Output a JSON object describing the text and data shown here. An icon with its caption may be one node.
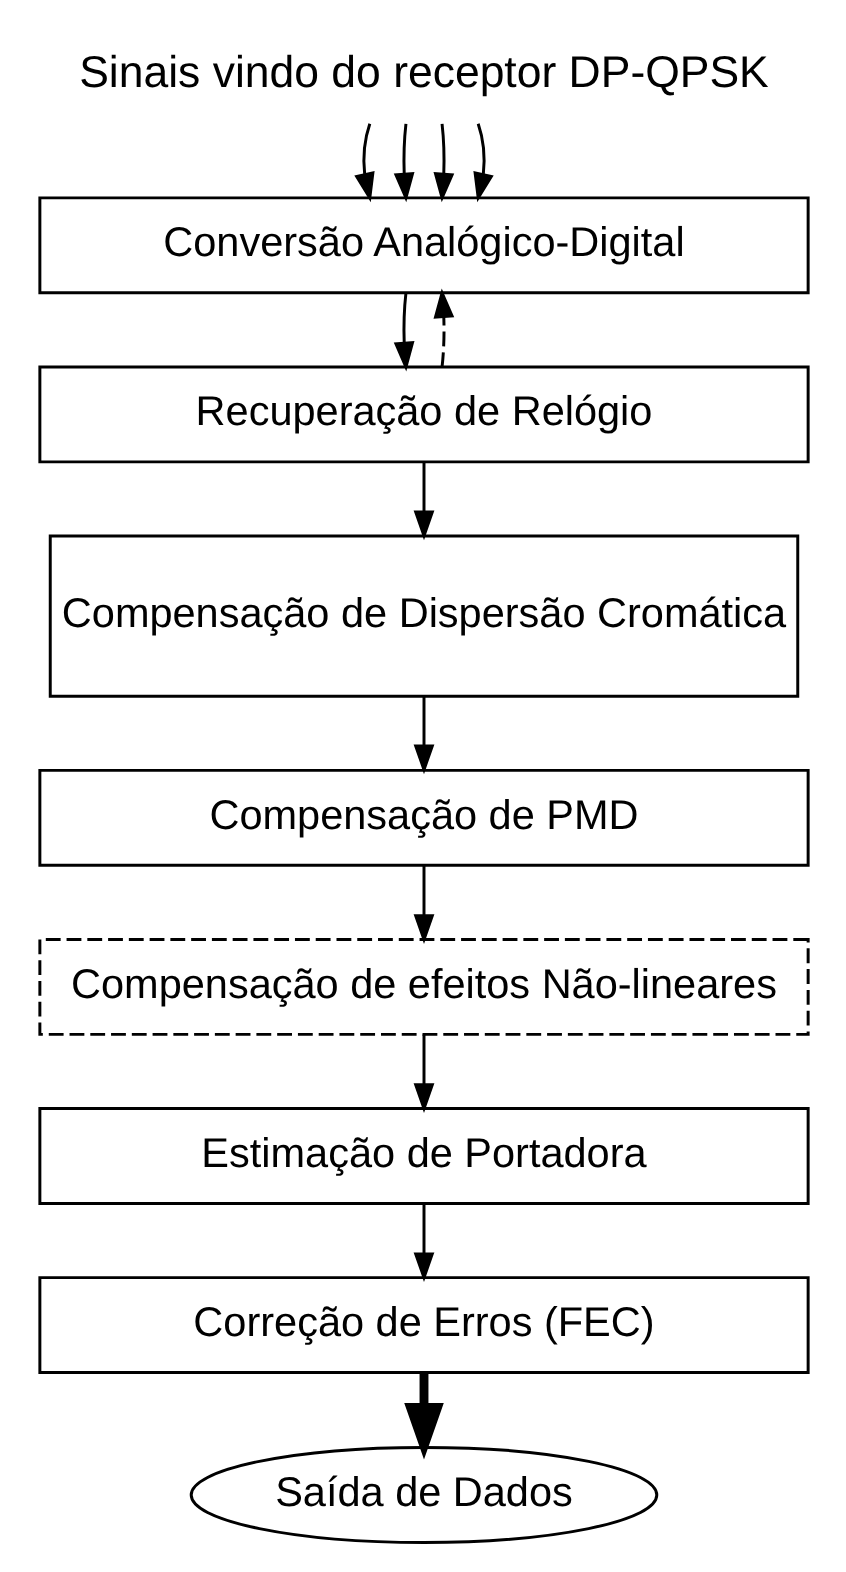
{
  "diagram": {
    "nodes": [
      {
        "text": [
          "Sinais vindo do receptor DP-QPSK"
        ]
      },
      {
        "text": [
          "Conversão Analógico-Digital"
        ]
      },
      {
        "text": [
          "Recuperação de Relógio"
        ]
      },
      {
        "text": [
          "Compensação de Dispersão Cromática"
        ]
      },
      {
        "text": [
          "Compensação de PMD"
        ]
      },
      {
        "text": [
          "Compensação de efeitos Não-lineares"
        ]
      },
      {
        "text": [
          "Estimação de Portadora"
        ]
      },
      {
        "text": [
          "Correção de Erros (FEC)"
        ]
      },
      {
        "text": [
          "Saída de Dados"
        ]
      }
    ],
    "edges": [
      {
        "from": 0,
        "to": 1,
        "arrow": "to"
      },
      {
        "from": 0,
        "to": 1,
        "arrow": "to"
      },
      {
        "from": 0,
        "to": 1,
        "arrow": "to"
      },
      {
        "from": 0,
        "to": 1,
        "arrow": "to"
      },
      {
        "from": 1,
        "to": 2,
        "arrow": "to"
      },
      {
        "from": 2,
        "to": 1,
        "arrow": "to",
        "style": "dashed"
      },
      {
        "from": 2,
        "to": 3,
        "arrow": "to"
      },
      {
        "from": 3,
        "to": 4,
        "arrow": "to"
      },
      {
        "from": 4,
        "to": 5,
        "arrow": "to"
      },
      {
        "from": 5,
        "to": 6,
        "arrow": "to"
      },
      {
        "from": 6,
        "to": 7,
        "arrow": "to"
      },
      {
        "from": 7,
        "to": 8,
        "arrow": "to",
        "style": "thick"
      }
    ]
  }
}
